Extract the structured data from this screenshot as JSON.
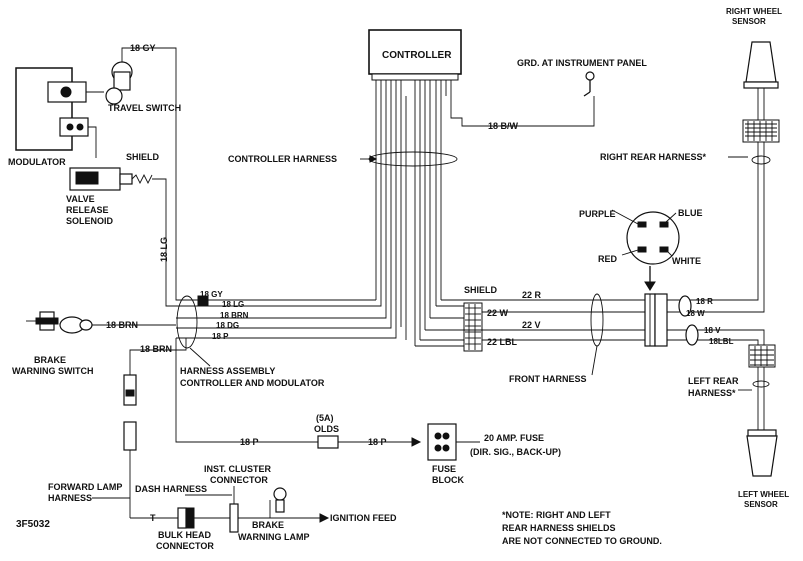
{
  "labels": {
    "controller": "CONTROLLER",
    "grd_instrument_panel": "GRD. AT INSTRUMENT PANEL",
    "right_wheel_sensor": [
      "RIGHT WHEEL",
      "SENSOR"
    ],
    "left_wheel_sensor": [
      "LEFT WHEEL",
      "SENSOR"
    ],
    "travel_switch": "TRAVEL SWITCH",
    "modulator": "MODULATOR",
    "shield_top": "SHIELD",
    "shield_mid": "SHIELD",
    "valve_release_solenoid": [
      "VALVE",
      "RELEASE",
      "SOLENOID"
    ],
    "controller_harness": "CONTROLLER HARNESS",
    "right_rear_harness": "RIGHT REAR HARNESS*",
    "left_rear_harness": [
      "LEFT REAR",
      "HARNESS*"
    ],
    "connector_purple": "PURPLE",
    "connector_blue": "BLUE",
    "connector_red": "RED",
    "connector_white": "WHITE",
    "brake_warning_switch": [
      "BRAKE",
      "WARNING SWITCH"
    ],
    "harness_assembly": [
      "HARNESS ASSEMBLY",
      "CONTROLLER AND MODULATOR"
    ],
    "front_harness": "FRONT HARNESS",
    "fuse_5a": "(5A)",
    "fuse_olds": "OLDS",
    "fuse_20amp": [
      "20 AMP. FUSE",
      "(DIR. SIG., BACK-UP)"
    ],
    "fuse_block": [
      "FUSE",
      "BLOCK"
    ],
    "forward_lamp_harness": [
      "FORWARD LAMP",
      "HARNESS"
    ],
    "dash_harness": "DASH HARNESS",
    "inst_cluster_connector": [
      "INST. CLUSTER",
      "CONNECTOR"
    ],
    "bulk_head_connector": [
      "BULK HEAD",
      "CONNECTOR"
    ],
    "brake_warning_lamp": [
      "BRAKE",
      "WARNING LAMP"
    ],
    "ignition_feed": "IGNITION FEED",
    "t_mark": "T",
    "figure_id": "3F5032",
    "note": [
      "*NOTE:  RIGHT AND LEFT",
      "REAR HARNESS SHIELDS",
      "ARE NOT CONNECTED TO GROUND."
    ]
  },
  "wires": {
    "w18gy_top": "18 GY",
    "w18lg_vert": "18 LG",
    "w18bw": "18 B/W",
    "w18gy": "18 GY",
    "w18lg": "18 LG",
    "w18brn": "18 BRN",
    "w18dg": "18 DG",
    "w18p": "18 P",
    "w18brn_switch": "18 BRN",
    "w18brn_vert": "18 BRN",
    "w22r": "22  R",
    "w22w": "22  W",
    "w22v": "22  V",
    "w22lbl": "22  LBL",
    "w18r_right": "18 R",
    "w18w_right": "18 W",
    "w18v_right": "18 V",
    "w18lbl_right": "18LBL",
    "w18p_left": "18  P",
    "w18p_right": "18  P"
  }
}
